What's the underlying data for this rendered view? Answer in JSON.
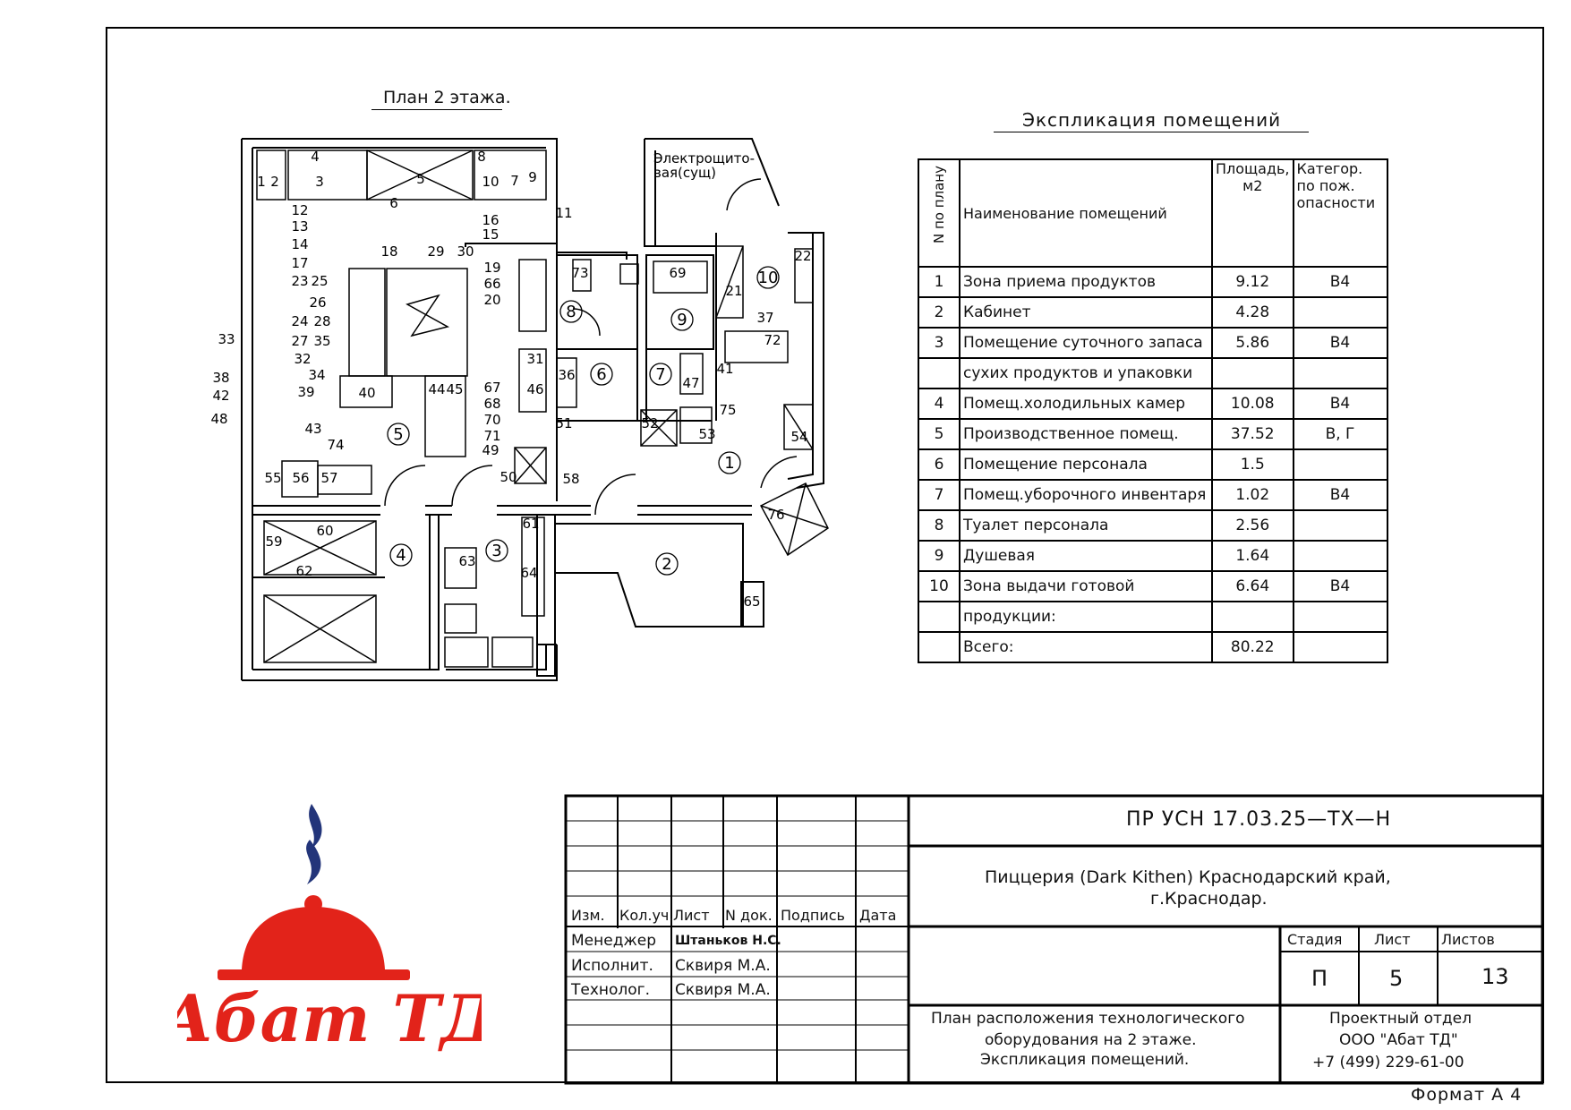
{
  "plan": {
    "title": "План 2 этажа.",
    "electrical_room_label_1": "Электрощито-",
    "electrical_room_label_2": "вая(сущ)",
    "equipment_labels": [
      "1",
      "2",
      "3",
      "4",
      "5",
      "6",
      "7",
      "8",
      "9",
      "10",
      "11",
      "12",
      "13",
      "14",
      "15",
      "16",
      "17",
      "18",
      "19",
      "20",
      "21",
      "22",
      "23",
      "24",
      "25",
      "26",
      "27",
      "28",
      "29",
      "30",
      "31",
      "32",
      "33",
      "34",
      "35",
      "36",
      "37",
      "38",
      "39",
      "40",
      "41",
      "42",
      "43",
      "44",
      "45",
      "46",
      "47",
      "48",
      "49",
      "50",
      "51",
      "52",
      "53",
      "54",
      "55",
      "56",
      "57",
      "58",
      "59",
      "60",
      "61",
      "62",
      "63",
      "64",
      "65",
      "66",
      "67",
      "68",
      "69",
      "70",
      "71",
      "72",
      "73",
      "74",
      "75",
      "76"
    ],
    "room_numbers": [
      "1",
      "2",
      "3",
      "4",
      "5",
      "6",
      "7",
      "8",
      "9",
      "10"
    ]
  },
  "explication": {
    "title": "Экспликация помещений",
    "headers": {
      "num": "N по плану",
      "name": "Наименование помещений",
      "area_1": "Площадь,",
      "area_2": "м2",
      "cat_1": "Категор.",
      "cat_2": "по пож.",
      "cat_3": "опасности"
    },
    "rows": [
      {
        "num": "1",
        "name": "Зона приема   продуктов",
        "area": "9.12",
        "cat": "В4"
      },
      {
        "num": "2",
        "name": "Кабинет",
        "area": "4.28",
        "cat": ""
      },
      {
        "num": "3",
        "name": "Помещение суточного запаса",
        "area": "5.86",
        "cat": "В4"
      },
      {
        "num": "",
        "name": "сухих продуктов и упаковки",
        "area": "",
        "cat": ""
      },
      {
        "num": "4",
        "name": "Помещ.холодильных камер",
        "area": "10.08",
        "cat": "В4"
      },
      {
        "num": "5",
        "name": "Производственное помещ.",
        "area": "37.52",
        "cat": "В,  Г"
      },
      {
        "num": "6",
        "name": "Помещение персонала",
        "area": "1.5",
        "cat": ""
      },
      {
        "num": "7",
        "name": "Помещ.уборочного инвентаря",
        "area": "1.02",
        "cat": "В4"
      },
      {
        "num": "8",
        "name": "Туалет персонала",
        "area": "2.56",
        "cat": ""
      },
      {
        "num": "9",
        "name": "Душевая",
        "area": "1.64",
        "cat": ""
      },
      {
        "num": "10",
        "name": "Зона выдачи готовой",
        "area": "6.64",
        "cat": "В4"
      },
      {
        "num": "",
        "name": "продукции:",
        "area": "",
        "cat": ""
      },
      {
        "num": "",
        "name": "Всего:",
        "area": "80.22",
        "cat": ""
      }
    ]
  },
  "logo": {
    "text": "Абат ТД",
    "color": "#e2231a",
    "flame_color": "#23357a"
  },
  "stamp": {
    "code": "ПР УСН 17.03.25—ТХ—Н",
    "project_1": "Пиццерия (Dark Kithen) Краснодарский край,",
    "project_2": "г.Краснодар.",
    "col_headers": [
      "Изм.",
      "Кол.уч.",
      "Лист",
      "N  док.",
      "Подпись",
      "Дата"
    ],
    "roles": [
      {
        "role": "Менеджер",
        "name": "Штаньков Н.С."
      },
      {
        "role": "Исполнит.",
        "name": "Сквиря  М.А."
      },
      {
        "role": "Технолог.",
        "name": "Сквиря  М.А."
      }
    ],
    "sheet_title_1": "План расположения технологического",
    "sheet_title_2": "оборудования на 2 этаже.",
    "sheet_title_3": "Экспликация   помещений.",
    "stage_label": "Стадия",
    "sheet_label": "Лист",
    "sheets_label": "Листов",
    "stage": "П",
    "sheet": "5",
    "sheets": "13",
    "org_1": "Проектный отдел",
    "org_2": "ООО \"Абат ТД\"",
    "org_3": "+7 (499) 229-61-00"
  },
  "format": "Формат  А 4"
}
